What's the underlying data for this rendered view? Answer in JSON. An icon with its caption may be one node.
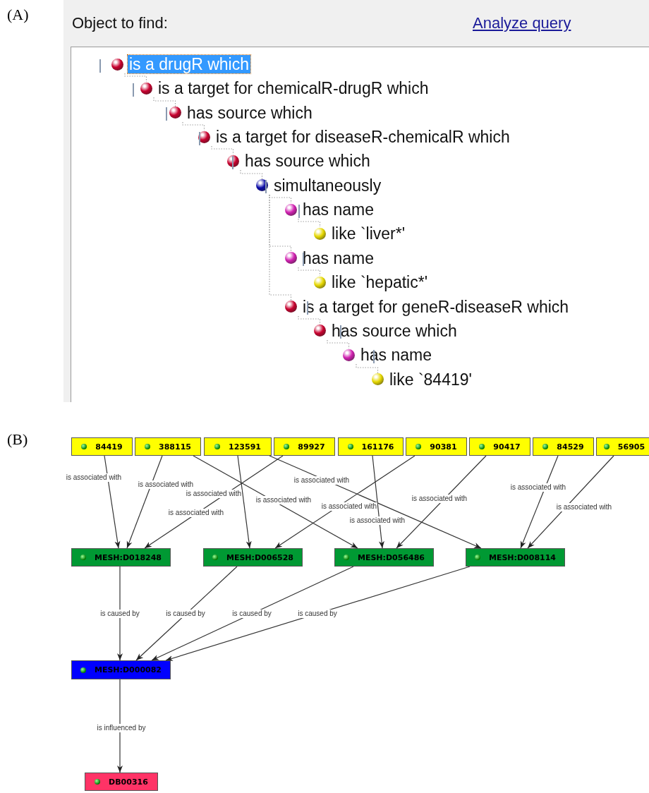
{
  "diagram": {
    "nodes": [
      {
        "text": [
          "is a drugR which"
        ]
      },
      {
        "text": [
          "is a target for chemicalR-drugR which"
        ]
      },
      {
        "text": [
          "has source which"
        ]
      },
      {
        "text": [
          "is a target for diseaseR-chemicalR which"
        ]
      },
      {
        "text": [
          "has source which"
        ]
      },
      {
        "text": [
          "simultaneously"
        ]
      },
      {
        "text": [
          "has name"
        ]
      },
      {
        "text": [
          "like `liver*'"
        ]
      },
      {
        "text": [
          "has name"
        ]
      },
      {
        "text": [
          "like `hepatic*'"
        ]
      },
      {
        "text": [
          "is a target for geneR-diseaseR which"
        ]
      },
      {
        "text": [
          "has source which"
        ]
      },
      {
        "text": [
          "has name"
        ]
      },
      {
        "text": [
          "like `84419'"
        ]
      },
      {
        "text": [
          "84419"
        ]
      },
      {
        "text": [
          "388115"
        ]
      },
      {
        "text": [
          "123591"
        ]
      },
      {
        "text": [
          "89927"
        ]
      },
      {
        "text": [
          "161176"
        ]
      },
      {
        "text": [
          "90381"
        ]
      },
      {
        "text": [
          "90417"
        ]
      },
      {
        "text": [
          "84529"
        ]
      },
      {
        "text": [
          "56905"
        ]
      },
      {
        "text": [
          "MESH:D018248"
        ]
      },
      {
        "text": [
          "MESH:D006528"
        ]
      },
      {
        "text": [
          "MESH:D056486"
        ]
      },
      {
        "text": [
          "MESH:D008114"
        ]
      },
      {
        "text": [
          "MESH:D000082"
        ]
      },
      {
        "text": [
          "DB00316"
        ]
      }
    ],
    "edges": [
      {
        "from": 0,
        "to": 1,
        "arrow": "none",
        "style": "dashed",
        "color": "#a0a0a0"
      },
      {
        "from": 1,
        "to": 2,
        "arrow": "none",
        "style": "dashed",
        "color": "#a0a0a0"
      },
      {
        "from": 2,
        "to": 3,
        "arrow": "none",
        "style": "dashed",
        "color": "#a0a0a0"
      },
      {
        "from": 3,
        "to": 4,
        "arrow": "none",
        "style": "dashed",
        "color": "#a0a0a0"
      },
      {
        "from": 4,
        "to": 5,
        "arrow": "none",
        "style": "dashed",
        "color": "#a0a0a0"
      },
      {
        "from": 5,
        "to": 6,
        "arrow": "none",
        "style": "dashed",
        "color": "#a0a0a0"
      },
      {
        "from": 6,
        "to": 7,
        "arrow": "none",
        "style": "dashed",
        "color": "#a0a0a0"
      },
      {
        "from": 5,
        "to": 8,
        "arrow": "none",
        "style": "dashed",
        "color": "#a0a0a0"
      },
      {
        "from": 8,
        "to": 9,
        "arrow": "none",
        "style": "dashed",
        "color": "#a0a0a0"
      },
      {
        "from": 5,
        "to": 10,
        "arrow": "none",
        "style": "dashed",
        "color": "#a0a0a0"
      },
      {
        "from": 10,
        "to": 11,
        "arrow": "none",
        "style": "dashed",
        "color": "#a0a0a0"
      },
      {
        "from": 11,
        "to": 12,
        "arrow": "none",
        "style": "dashed",
        "color": "#a0a0a0"
      },
      {
        "from": 12,
        "to": 13,
        "arrow": "none",
        "style": "dashed",
        "color": "#a0a0a0"
      },
      {
        "from": 14,
        "to": 23,
        "arrow": "to",
        "label": "is associated with"
      },
      {
        "from": 15,
        "to": 23,
        "arrow": "to",
        "label": "is associated with"
      },
      {
        "from": 15,
        "to": 25,
        "arrow": "to",
        "label": "is associated with"
      },
      {
        "from": 16,
        "to": 24,
        "arrow": "to",
        "label": "is associated with"
      },
      {
        "from": 16,
        "to": 26,
        "arrow": "to",
        "label": "is associated with"
      },
      {
        "from": 17,
        "to": 23,
        "arrow": "to",
        "label": "is associated with"
      },
      {
        "from": 18,
        "to": 25,
        "arrow": "to",
        "label": "is associated with"
      },
      {
        "from": 19,
        "to": 24,
        "arrow": "to",
        "label": "is associated with"
      },
      {
        "from": 20,
        "to": 25,
        "arrow": "to",
        "label": "is associated with"
      },
      {
        "from": 21,
        "to": 26,
        "arrow": "to",
        "label": "is associated with"
      },
      {
        "from": 22,
        "to": 26,
        "arrow": "to",
        "label": "is associated with"
      },
      {
        "from": 23,
        "to": 27,
        "arrow": "to",
        "label": "is caused by"
      },
      {
        "from": 24,
        "to": 27,
        "arrow": "to",
        "label": "is caused by"
      },
      {
        "from": 25,
        "to": 27,
        "arrow": "to",
        "label": "is caused by"
      },
      {
        "from": 26,
        "to": 27,
        "arrow": "to",
        "label": "is caused by"
      },
      {
        "from": 27,
        "to": 28,
        "arrow": "to",
        "label": "is influenced by"
      }
    ],
    "labels": [
      "(A)",
      "Object to find:",
      "Analyze query",
      "(B)"
    ]
  }
}
